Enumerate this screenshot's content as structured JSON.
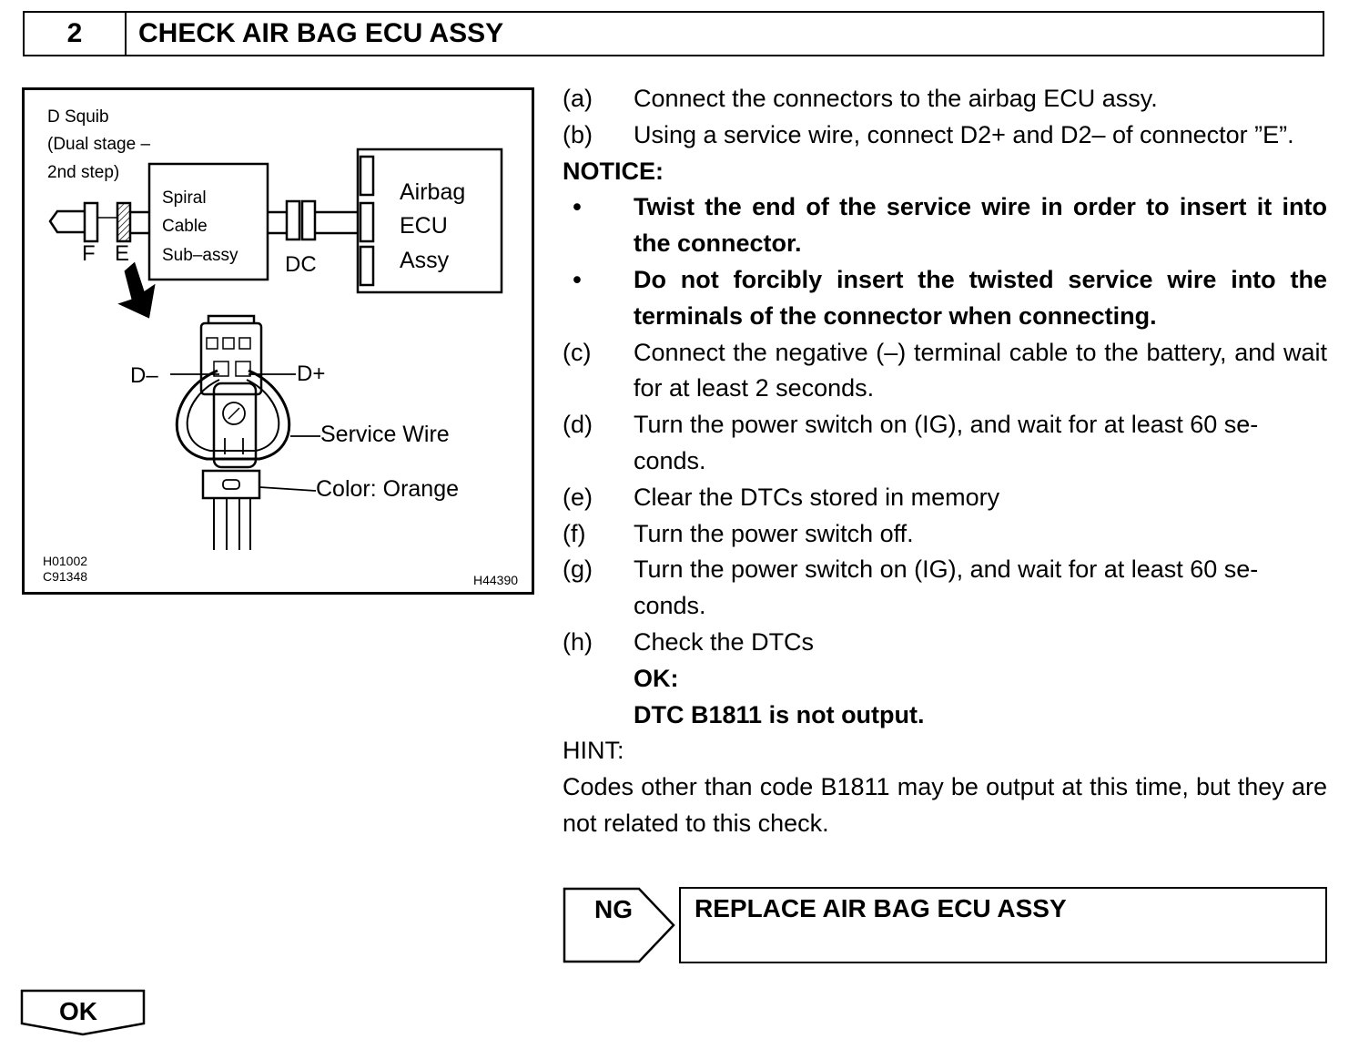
{
  "header": {
    "step_number": "2",
    "title": "CHECK AIR BAG ECU ASSY"
  },
  "figure": {
    "squib_line1": "D Squib",
    "squib_line2": "(Dual stage –",
    "squib_line3": "2nd step)",
    "spiral_line1": "Spiral",
    "spiral_line2": "Cable",
    "spiral_line3": "Sub–assy",
    "label_f": "F",
    "label_e": "E",
    "label_dc": "DC",
    "ecu_line1": "Airbag",
    "ecu_line2": "ECU",
    "ecu_line3": "Assy",
    "d_minus": "D–",
    "d_plus": "D+",
    "service_wire": "Service Wire",
    "color": "Color: Orange",
    "code1": "H01002",
    "code2": "C91348",
    "code3": "H44390"
  },
  "steps": {
    "a_label": "(a)",
    "a_text": "Connect the connectors to the airbag ECU assy.",
    "b_label": "(b)",
    "b_text": "Using a service wire, connect D2+ and D2– of connector ”E”.",
    "notice": "NOTICE:",
    "bullet_symbol": "•",
    "bullet1": "Twist the end of the service wire in order to insert it into the connector.",
    "bullet2": "Do not forcibly insert the twisted service wire into the terminals of the connector when connecting.",
    "c_label": "(c)",
    "c_text": "Connect the negative (–) terminal cable to the battery, and wait for at least 2 seconds.",
    "d_label": "(d)",
    "d_text_1": "Turn the power switch on (IG), and wait for at least 60 se-",
    "d_text_2": "conds.",
    "e_label": "(e)",
    "e_text": "Clear the DTCs stored in memory",
    "f_label": "(f)",
    "f_text": "Turn the power switch off.",
    "g_label": "(g)",
    "g_text_1": "Turn the power switch on (IG), and wait for at least 60 se-",
    "g_text_2": "conds.",
    "h_label": "(h)",
    "h_text": "Check the DTCs",
    "ok_title": "OK:",
    "ok_text": "DTC B1811 is not output.",
    "hint": "HINT:",
    "hint_text": "Codes other than code B1811 may be output at this time, but they are not related to this check."
  },
  "ng": {
    "label": "NG",
    "result": "REPLACE AIR BAG ECU ASSY"
  },
  "ok": {
    "label": "OK"
  }
}
